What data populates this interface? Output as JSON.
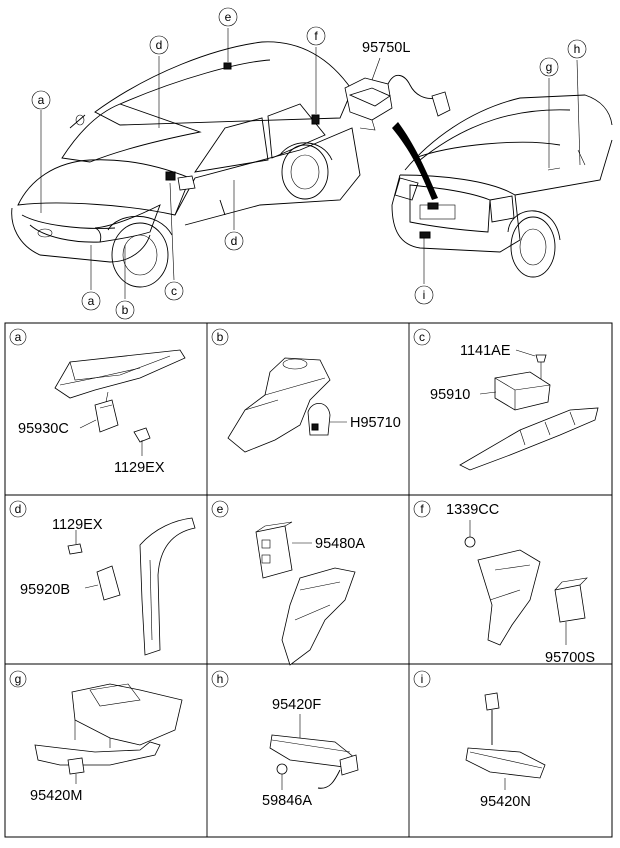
{
  "overview": {
    "top_part_number": "95750L",
    "callouts": {
      "a_upper": "a",
      "a_lower": "a",
      "b": "b",
      "c": "c",
      "d_upper": "d",
      "d_lower": "d",
      "e": "e",
      "f": "f",
      "g": "g",
      "h": "h",
      "i": "i"
    }
  },
  "panels": [
    {
      "letter": "a",
      "parts": [
        "95930C",
        "1129EX"
      ]
    },
    {
      "letter": "b",
      "parts": [
        "H95710"
      ]
    },
    {
      "letter": "c",
      "parts": [
        "1141AE",
        "95910"
      ]
    },
    {
      "letter": "d",
      "parts": [
        "1129EX",
        "95920B"
      ]
    },
    {
      "letter": "e",
      "parts": [
        "95480A"
      ]
    },
    {
      "letter": "f",
      "parts": [
        "1339CC",
        "95700S"
      ]
    },
    {
      "letter": "g",
      "parts": [
        "95420M"
      ]
    },
    {
      "letter": "h",
      "parts": [
        "95420F",
        "59846A"
      ]
    },
    {
      "letter": "i",
      "parts": [
        "95420N"
      ]
    }
  ]
}
